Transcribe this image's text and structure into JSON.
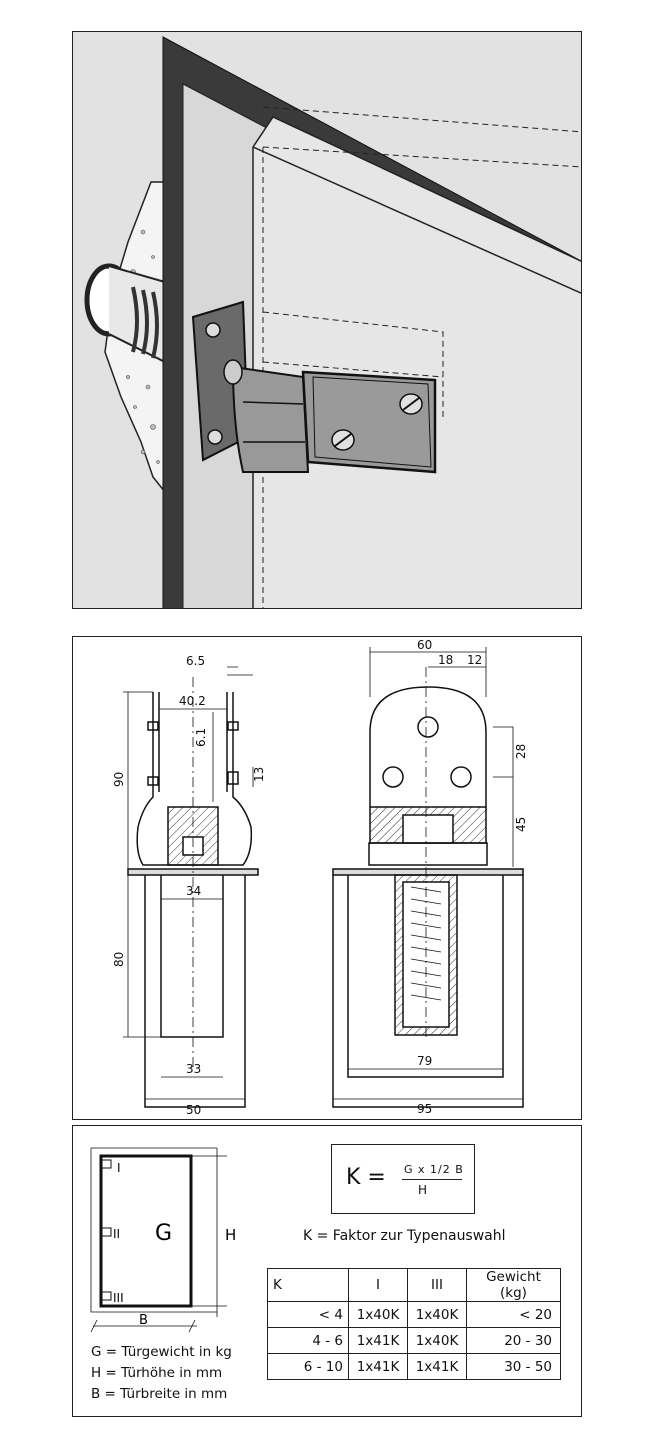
{
  "drawing": {
    "dims": {
      "d60": "60",
      "d18": "18",
      "d12": "12",
      "d6_5": "6.5",
      "d40_2": "40.2",
      "d6_1": "6.1",
      "d13": "13",
      "d90": "90",
      "d28": "28",
      "d45": "45",
      "d34": "34",
      "d80": "80",
      "d33": "33",
      "d50": "50",
      "d79": "79",
      "d95": "95"
    }
  },
  "table_panel": {
    "door": {
      "g_label": "G",
      "h_label": "H",
      "b_label": "B",
      "hinge_1": "I",
      "hinge_2": "II",
      "hinge_3": "III"
    },
    "formula": {
      "k": "K =",
      "numerator": "G x 1/2 B",
      "denominator": "H",
      "caption": "K = Faktor zur Typenauswahl"
    },
    "legend": {
      "g": "G = Türgewicht in kg",
      "h": "H = Türhöhe in mm",
      "b": "B = Türbreite in mm"
    },
    "table": {
      "headers": [
        "K",
        "I",
        "III",
        "Gewicht (kg)"
      ],
      "rows": [
        [
          "< 4",
          "1x40K",
          "1x40K",
          "< 20"
        ],
        [
          "4 - 6",
          "1x41K",
          "1x40K",
          "20 - 30"
        ],
        [
          "6 - 10",
          "1x41K",
          "1x41K",
          "30 - 50"
        ]
      ]
    }
  },
  "colors": {
    "illustration_bg": "#e2e2e2",
    "frame_dark": "#3a3a3a",
    "line": "#111111"
  }
}
